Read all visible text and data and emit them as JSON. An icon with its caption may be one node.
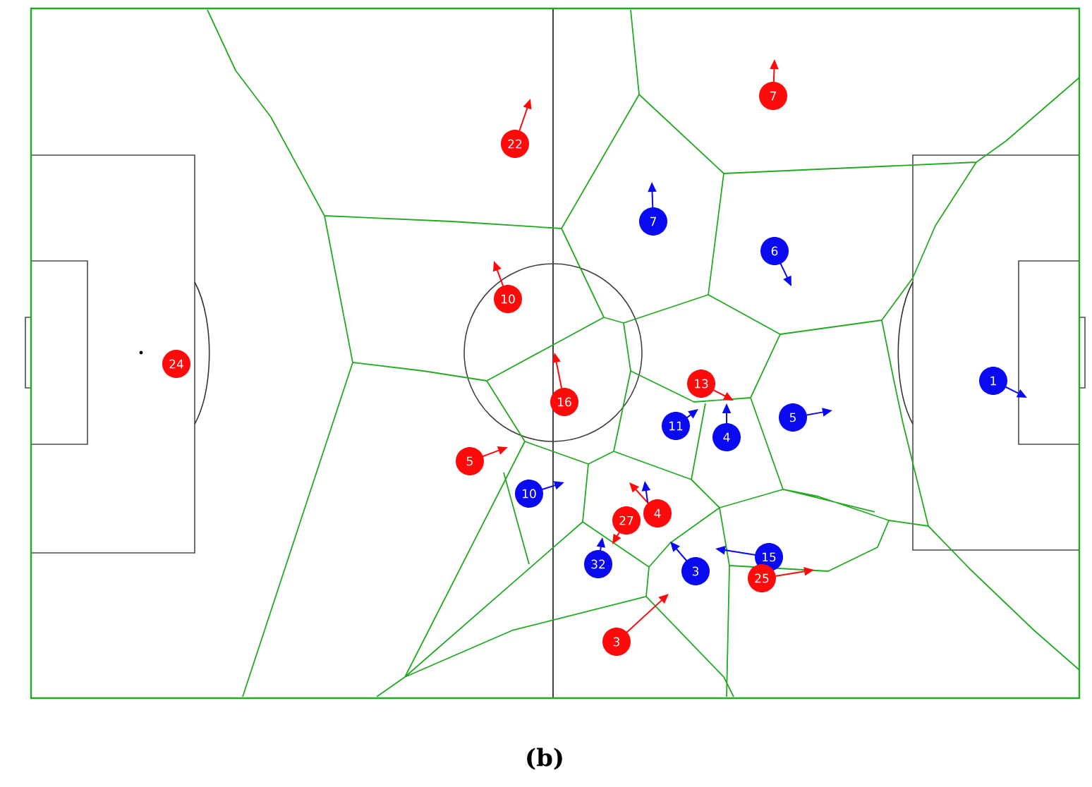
{
  "diagram": {
    "caption": "(b)",
    "nodes": [
      {
        "text": [
          "7"
        ]
      },
      {
        "text": [
          "22"
        ]
      },
      {
        "text": [
          "7"
        ]
      },
      {
        "text": [
          "6"
        ]
      },
      {
        "text": [
          "10"
        ]
      },
      {
        "text": [
          "24"
        ]
      },
      {
        "text": [
          "1"
        ]
      },
      {
        "text": [
          "13"
        ]
      },
      {
        "text": [
          "16"
        ]
      },
      {
        "text": [
          "5"
        ]
      },
      {
        "text": [
          "11"
        ]
      },
      {
        "text": [
          "4"
        ]
      },
      {
        "text": [
          "5"
        ]
      },
      {
        "text": [
          "10"
        ]
      },
      {
        "text": [
          "4"
        ]
      },
      {
        "text": [
          "27"
        ]
      },
      {
        "text": [
          "15"
        ]
      },
      {
        "text": [
          "32"
        ]
      },
      {
        "text": [
          "3"
        ]
      },
      {
        "text": [
          "25"
        ]
      },
      {
        "text": [
          "3"
        ]
      }
    ]
  }
}
